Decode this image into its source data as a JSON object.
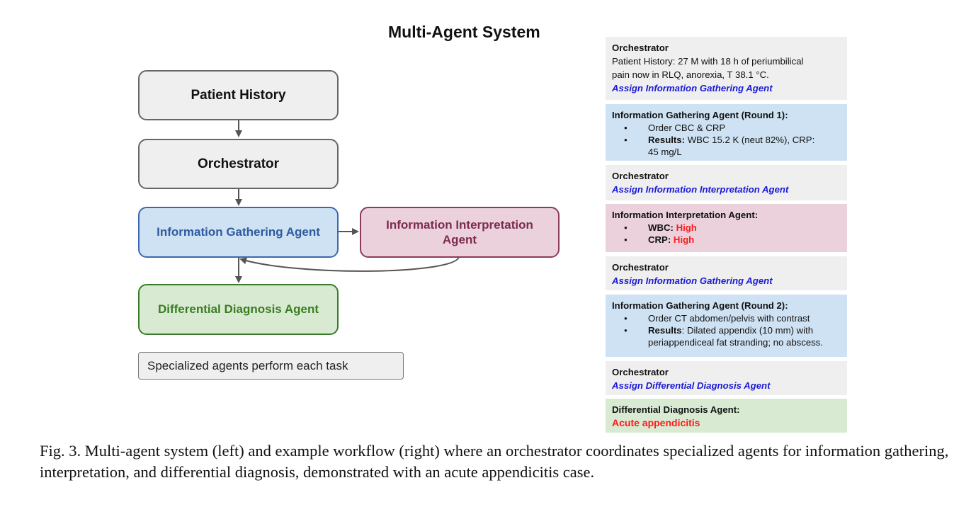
{
  "diagram": {
    "title": "Multi-Agent System",
    "nodes": {
      "patient_history": "Patient History",
      "orchestrator": "Orchestrator",
      "info_gathering": "Information Gathering Agent",
      "info_interpretation_line1": "Information Interpretation",
      "info_interpretation_line2": "Agent",
      "differential": "Differential Diagnosis Agent"
    },
    "legend": "Specialized agents perform each task",
    "colors": {
      "gray": "#efefef",
      "blue": "#cfe2f3",
      "pink": "#ead1dc",
      "green": "#d9ead3",
      "assign_blue": "#1a1ad8",
      "high_red": "#ff1a1a"
    }
  },
  "workflow": {
    "step1": {
      "title": "Orchestrator",
      "line1": "Patient History: 27 M with 18 h of periumbilical",
      "line2": "pain now in RLQ, anorexia, T 38.1 °C.",
      "assign": "Assign Information Gathering Agent"
    },
    "step2": {
      "title": "Information Gathering Agent (Round 1):",
      "bullet1": "Order CBC & CRP",
      "bullet2_label": "Results:",
      "bullet2_line1": " WBC 15.2 K (neut 82%), CRP:",
      "bullet2_line2": "45 mg/L"
    },
    "step3": {
      "title": "Orchestrator",
      "assign": "Assign Information Interpretation Agent"
    },
    "step4": {
      "title": "Information Interpretation Agent:",
      "wbc_label": "WBC:",
      "wbc_value": "High",
      "crp_label": "CRP:",
      "crp_value": "High"
    },
    "step5": {
      "title": "Orchestrator",
      "assign": "Assign Information Gathering Agent"
    },
    "step6": {
      "title": "Information Gathering Agent (Round 2):",
      "bullet1": "Order CT abdomen/pelvis with contrast",
      "bullet2_label": "Results",
      "bullet2_line1": ": Dilated appendix (10 mm) with",
      "bullet2_line2": "periappendiceal fat stranding; no abscess."
    },
    "step7": {
      "title": "Orchestrator",
      "assign": "Assign Differential Diagnosis Agent"
    },
    "step8": {
      "title": "Differential Diagnosis Agent:",
      "diagnosis": "Acute appendicitis"
    }
  },
  "caption": "Fig. 3.  Multi-agent system (left) and example workflow (right) where an orchestrator coordinates specialized agents for information gathering, interpretation, and differential diagnosis, demonstrated with an acute appendicitis case."
}
